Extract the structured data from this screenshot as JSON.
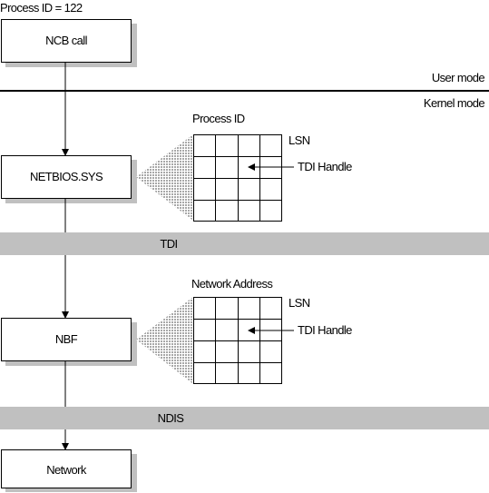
{
  "process_id_label": "Process ID = 122",
  "mode_labels": {
    "user": "User mode",
    "kernel": "Kernel mode"
  },
  "boxes": {
    "ncb_call": "NCB call",
    "netbios_sys": "NETBIOS.SYS",
    "nbf": "NBF",
    "network": "Network"
  },
  "interfaces": {
    "tdi": "TDI",
    "ndis": "NDIS"
  },
  "tables": {
    "upper": {
      "title": "Process ID",
      "column_label": "LSN",
      "cell_label": "TDI Handle"
    },
    "lower": {
      "title": "Network Address",
      "column_label": "LSN",
      "cell_label": "TDI Handle"
    }
  },
  "colors": {
    "box_shadow": "#c0c0c0",
    "interface_band": "#c0c0c0",
    "line": "#000000",
    "fan": "#b8b8b8"
  }
}
